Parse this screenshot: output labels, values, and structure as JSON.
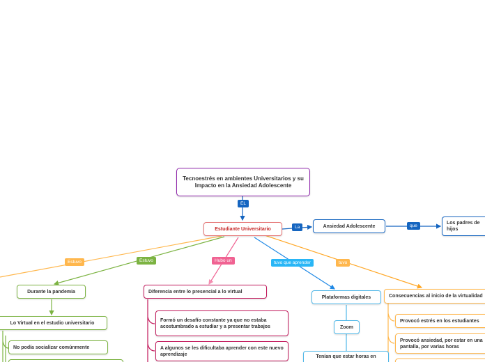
{
  "root": {
    "title": "Tecnoestrés en ambientes Universitarios y su Impacto en la Ansiedad Adolescente"
  },
  "labels": {
    "el": "EL",
    "la": "La",
    "que": "que",
    "estuvo1": "Estuvo",
    "estuvo2": "Estuvo",
    "hubo_un": "Hubo un",
    "tuvo_que_aprender": "tuvo que aprender",
    "tuvo": "tuvo"
  },
  "nodes": {
    "estudiante": "Estudiante Universitario",
    "ansiedad": "Ansiedad Adolescente",
    "padres": "Los padres de hijos",
    "pandemia": "Durante la pandemia",
    "virtual": "Lo Virtual en el estudio universitario",
    "socializar": "No podía socializar comúnmente",
    "diferencia": "Diferencia entre lo presencial a lo virtual",
    "desafio": "Formó un desafío constante ya que no estaba acostumbrado a estudiar y a presentar trabajos",
    "dificultaba": "A algunos se les dificultaba aprender con este nuevo aprendizaje",
    "plataformas": "Plataformas digitales",
    "zoom": "Zoom",
    "horas": "Tenían que estar horas en",
    "consecuencias": "Consecuencias al inicio de la virtualidad",
    "estres": "Provocó estrés en los estudiantes",
    "pantalla": "Provocó ansiedad, por estar en una pantalla, por varias horas"
  },
  "colors": {
    "purple": "#8e24aa",
    "red": "#e57373",
    "blue": "#1565c0",
    "green": "#7cb342",
    "pink": "#c2185b",
    "lightblue": "#4fb7e8",
    "orange": "#ffb74d"
  }
}
